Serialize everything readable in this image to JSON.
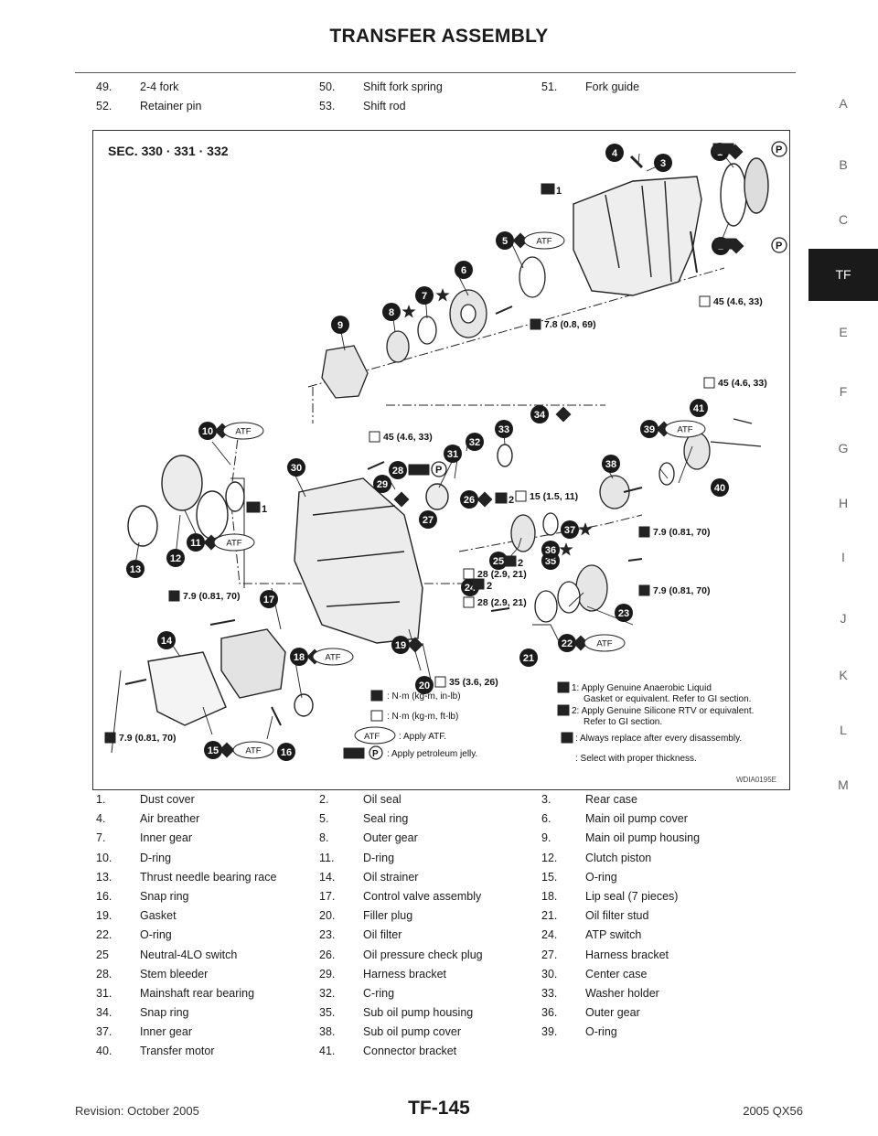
{
  "header": {
    "title": "TRANSFER ASSEMBLY"
  },
  "side_index": {
    "letters": [
      "A",
      "B",
      "C",
      "TF",
      "E",
      "F",
      "G",
      "H",
      "I",
      "J",
      "K",
      "L",
      "M"
    ],
    "active": "TF"
  },
  "parts_top": [
    [
      [
        "49.",
        "2-4 fork"
      ],
      [
        "50.",
        "Shift fork spring"
      ],
      [
        "51.",
        "Fork guide"
      ]
    ],
    [
      [
        "52.",
        "Retainer pin"
      ],
      [
        "53.",
        "Shift rod"
      ]
    ]
  ],
  "diagram": {
    "section": "SEC. 330 · 331 · 332",
    "code": "WDIA0195E",
    "atf": "ATF",
    "torques": {
      "t45a": "45 (4.6, 33)",
      "t78": "7.8 (0.8, 69)",
      "t45b": "45 (4.6, 33)",
      "t45c": "45 (4.6, 33)",
      "t15": "15 (1.5, 11)",
      "t79a": "7.9 (0.81, 70)",
      "t28a": "28 (2.9, 21)",
      "t28b": "28 (2.9, 21)",
      "t79b": "7.9 (0.81, 70)",
      "t79c": "7.9 (0.81, 70)",
      "t35": "35 (3.6, 26)",
      "t79d": "7.9 (0.81, 70)"
    },
    "legend": {
      "nm_inlb": ": N·m (kg-m, in-lb)",
      "nm_ftlb": ": N·m (kg-m, ft-lb)",
      "atf": ": Apply ATF.",
      "jelly": ": Apply petroleum jelly.",
      "s1a": "1: Apply Genuine Anaerobic Liquid",
      "s1b": "Gasket or equivalent. Refer to GI section.",
      "s2a": "2: Apply Genuine Silicone RTV or equivalent.",
      "s2b": "Refer to GI section.",
      "replace": ": Always replace after every disassembly.",
      "select": ": Select with proper thickness."
    }
  },
  "parts_bottom": [
    [
      [
        "1.",
        "Dust cover"
      ],
      [
        "2.",
        "Oil seal"
      ],
      [
        "3.",
        "Rear case"
      ]
    ],
    [
      [
        "4.",
        "Air breather"
      ],
      [
        "5.",
        "Seal ring"
      ],
      [
        "6.",
        "Main oil pump cover"
      ]
    ],
    [
      [
        "7.",
        "Inner gear"
      ],
      [
        "8.",
        "Outer gear"
      ],
      [
        "9.",
        "Main oil pump housing"
      ]
    ],
    [
      [
        "10.",
        "D-ring"
      ],
      [
        "11.",
        "D-ring"
      ],
      [
        "12.",
        "Clutch piston"
      ]
    ],
    [
      [
        "13.",
        "Thrust needle bearing race"
      ],
      [
        "14.",
        "Oil strainer"
      ],
      [
        "15.",
        "O-ring"
      ]
    ],
    [
      [
        "16.",
        "Snap ring"
      ],
      [
        "17.",
        "Control valve assembly"
      ],
      [
        "18.",
        "Lip seal (7 pieces)"
      ]
    ],
    [
      [
        "19.",
        "Gasket"
      ],
      [
        "20.",
        "Filler plug"
      ],
      [
        "21.",
        "Oil filter stud"
      ]
    ],
    [
      [
        "22.",
        "O-ring"
      ],
      [
        "23.",
        "Oil filter"
      ],
      [
        "24.",
        "ATP switch"
      ]
    ],
    [
      [
        "25",
        "Neutral-4LO switch"
      ],
      [
        "26.",
        "Oil pressure check plug"
      ],
      [
        "27.",
        "Harness bracket"
      ]
    ],
    [
      [
        "28.",
        "Stem bleeder"
      ],
      [
        "29.",
        "Harness bracket"
      ],
      [
        "30.",
        "Center case"
      ]
    ],
    [
      [
        "31.",
        "Mainshaft rear bearing"
      ],
      [
        "32.",
        "C-ring"
      ],
      [
        "33.",
        "Washer holder"
      ]
    ],
    [
      [
        "34.",
        "Snap ring"
      ],
      [
        "35.",
        "Sub oil pump housing"
      ],
      [
        "36.",
        "Outer gear"
      ]
    ],
    [
      [
        "37.",
        "Inner gear"
      ],
      [
        "38.",
        "Sub oil pump cover"
      ],
      [
        "39.",
        "O-ring"
      ]
    ],
    [
      [
        "40.",
        "Transfer motor"
      ],
      [
        "41.",
        "Connector bracket"
      ]
    ]
  ],
  "footer": {
    "left": "Revision: October 2005",
    "page": "TF-145",
    "right": "2005 QX56"
  }
}
